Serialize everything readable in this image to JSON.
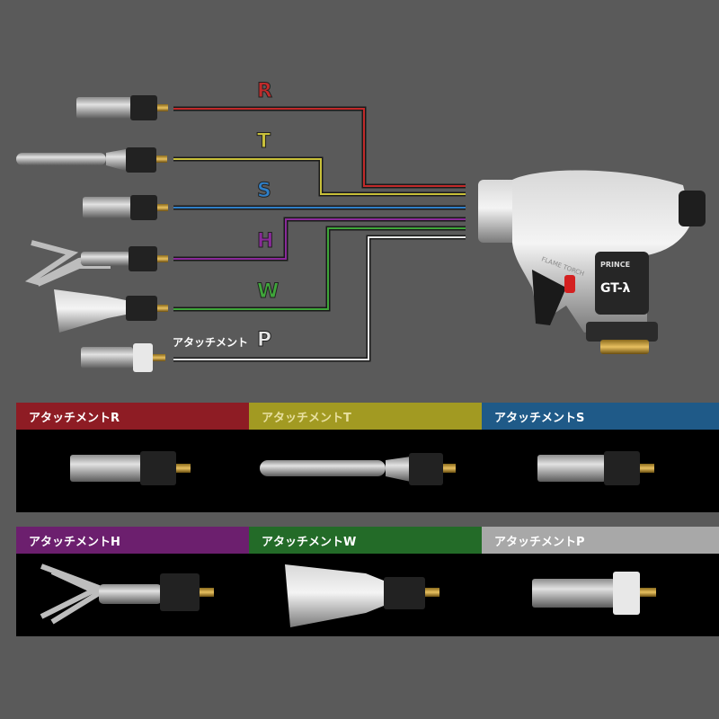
{
  "lines": [
    {
      "id": "R",
      "letter": "R",
      "color": "#c22a2a"
    },
    {
      "id": "T",
      "letter": "T",
      "color": "#c9c03a"
    },
    {
      "id": "S",
      "letter": "S",
      "color": "#2f7fc7"
    },
    {
      "id": "H",
      "letter": "H",
      "color": "#8a2a9a"
    },
    {
      "id": "W",
      "letter": "W",
      "color": "#3fa63a"
    },
    {
      "id": "P",
      "letter": "P",
      "prefix": "アタッチメント",
      "color": "#e8e8e8"
    }
  ],
  "torch": {
    "brand": "PRINCE",
    "model": "GT-λ",
    "label": "FLAME TORCH"
  },
  "panels": [
    {
      "id": "R",
      "title": "アタッチメントR",
      "color": "#8e1c24",
      "title_color": "#ffffff"
    },
    {
      "id": "T",
      "title": "アタッチメントT",
      "color": "#a29a22",
      "title_color": "#e8e0a0"
    },
    {
      "id": "S",
      "title": "アタッチメントS",
      "color": "#1f5a88",
      "title_color": "#ffffff"
    },
    {
      "id": "H",
      "title": "アタッチメントH",
      "color": "#6c1f6e",
      "title_color": "#ffffff"
    },
    {
      "id": "W",
      "title": "アタッチメントW",
      "color": "#236b28",
      "title_color": "#ffffff"
    },
    {
      "id": "P",
      "title": "アタッチメントP",
      "color": "#a8a8a8",
      "title_color": "#ffffff"
    }
  ]
}
